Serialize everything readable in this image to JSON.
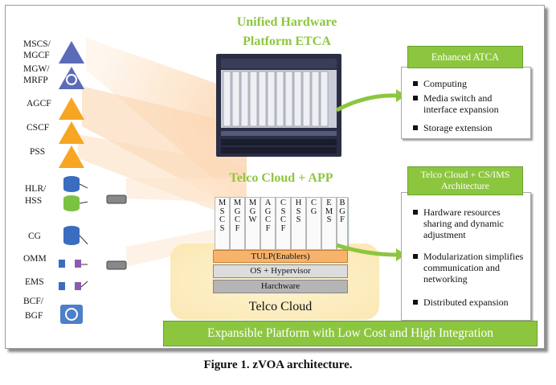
{
  "left_labels": [
    "MSCS/",
    "MGCF",
    "MGW/",
    "MRFP",
    "AGCF",
    "CSCF",
    "PSS",
    "HLR/",
    "HSS",
    "CG",
    "OMM",
    "EMS",
    "BCF/",
    "BGF"
  ],
  "platform_title": [
    "Unified Hardware",
    "Platform ETCA"
  ],
  "cloud_app_title": "Telco Cloud + APP",
  "app_cells": [
    "MSCS",
    "MGCF",
    "MGW",
    "AGCF",
    "CSCF",
    "HSS",
    "CG",
    "EMS",
    "BGF"
  ],
  "stack": {
    "tulp": "TULP(Enablers)",
    "os": "OS + Hypervisor",
    "hw": "Harchware",
    "cloud": "Telco Cloud"
  },
  "panel1": {
    "title": "Enhanced ATCA",
    "items": [
      "Computing",
      "Media switch and interface expansion",
      "Storage extension"
    ]
  },
  "panel2": {
    "title": "Telco Cloud + CS/IMS Architecture",
    "items": [
      "Hardware resources sharing and dynamic adjustment",
      "Modularization simplifies communication and networking",
      "Distributed expansion"
    ]
  },
  "banner": "Expansible Platform with Low Cost and High Integration",
  "caption": "Figure 1. zVOA architecture.",
  "colors": {
    "green": "#8cc63f",
    "orange": "#f6a623",
    "blue": "#3a6cc0",
    "violet": "#5b6bb7"
  }
}
